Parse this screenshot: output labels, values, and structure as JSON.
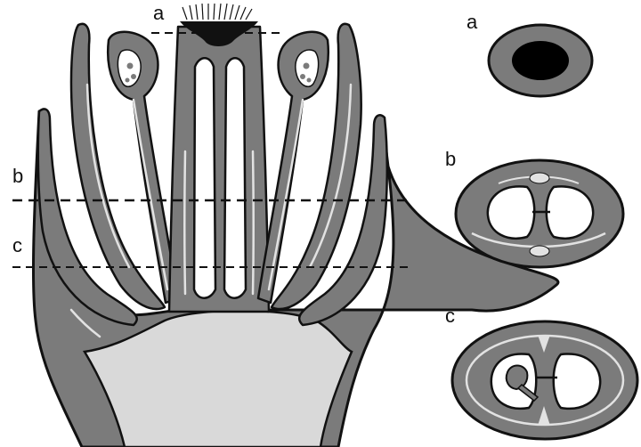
{
  "labels": {
    "main_a": "a",
    "main_b": "b",
    "main_c": "c",
    "section_a": "a",
    "section_b": "b",
    "section_c": "c"
  },
  "colors": {
    "tissue": "#7b7b7b",
    "receptacle": "#d9d9d9",
    "outline": "#111111",
    "ovule": "#000000",
    "vascular": "#e2e2e2",
    "background": "#ffffff"
  }
}
